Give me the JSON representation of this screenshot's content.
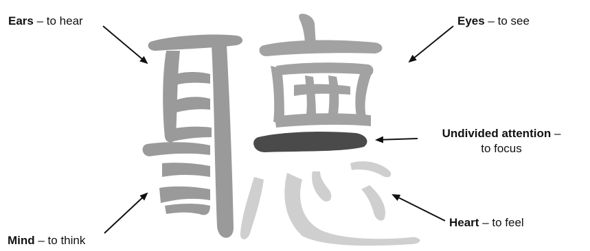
{
  "labels": {
    "ears": {
      "term": "Ears",
      "meaning": " – to hear"
    },
    "eyes": {
      "term": "Eyes",
      "meaning": " – to see"
    },
    "undivided": {
      "term": "Undivided attention",
      "dash": " –",
      "meaning": "to focus"
    },
    "heart": {
      "term": "Heart",
      "meaning": " – to feel"
    },
    "mind": {
      "term": "Mind",
      "meaning": " – to think"
    }
  },
  "colors": {
    "ear_component": "#9a9a9a",
    "eye_component": "#a2a2a2",
    "attention_component": "#4a4a4a",
    "heart_component": "#cfcfcf",
    "arrow": "#111111",
    "text": "#111111"
  }
}
